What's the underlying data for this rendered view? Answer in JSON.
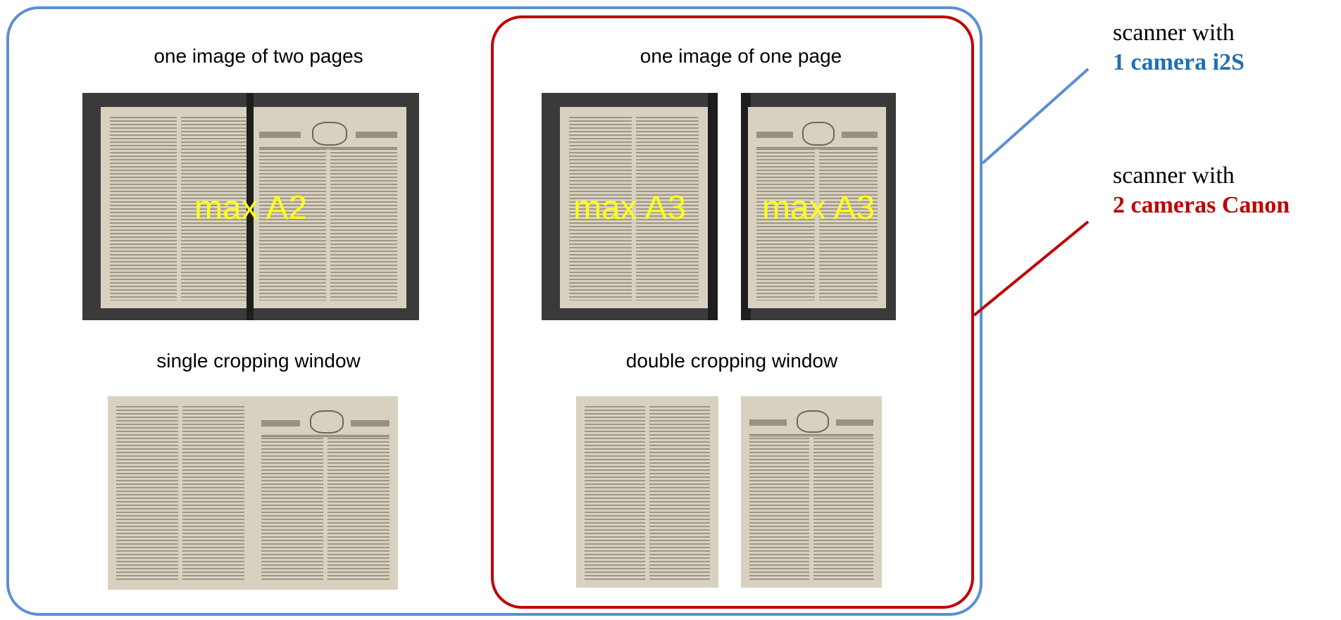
{
  "left_panel": {
    "top_caption": "one image of two pages",
    "overlay_label": "max A2",
    "bottom_caption": "single cropping window"
  },
  "right_panel": {
    "top_caption": "one image of one page",
    "overlay_label_left": "max A3",
    "overlay_label_right": "max A3",
    "bottom_caption": "double cropping window"
  },
  "labels": {
    "blue": {
      "line1": "scanner with",
      "line2": "1 camera i2S",
      "color": "#1f6fb5"
    },
    "red": {
      "line1": "scanner with",
      "line2": "2 cameras Canon",
      "color": "#c00000"
    }
  },
  "colors": {
    "blue_frame": "#5b8fd3",
    "red_frame": "#c00000",
    "overlay_text": "#ffff1a"
  }
}
